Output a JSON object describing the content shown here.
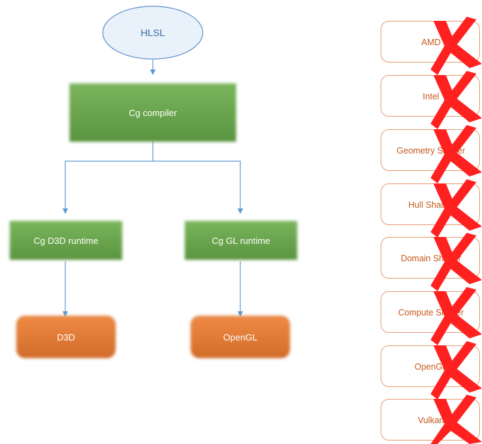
{
  "colors": {
    "connector": "#5b9bd5",
    "green_node": "#6aa84f",
    "orange_node": "#e07b39",
    "side_border": "#e69a72",
    "side_text": "#c55a1c",
    "cross": "#ff2020",
    "hlsl_fill": "#e9f1fb",
    "hlsl_border": "#5b8fc9"
  },
  "nodes": {
    "hlsl": "HLSL",
    "cg_compiler": "Cg compiler",
    "cg_d3d_runtime": "Cg D3D runtime",
    "cg_gl_runtime": "Cg GL runtime",
    "d3d": "D3D",
    "opengl": "OpenGL"
  },
  "unsupported": [
    {
      "label": "AMD",
      "icon": "cross-icon"
    },
    {
      "label": "Intel",
      "icon": "cross-icon"
    },
    {
      "label": "Geometry Shader",
      "icon": "cross-icon"
    },
    {
      "label": "Hull Shader",
      "icon": "cross-icon"
    },
    {
      "label": "Domain Shader",
      "icon": "cross-icon"
    },
    {
      "label": "Compute Shader",
      "icon": "cross-icon"
    },
    {
      "label": "OpenGL",
      "icon": "cross-icon"
    },
    {
      "label": "Vulkan",
      "icon": "cross-icon"
    }
  ]
}
